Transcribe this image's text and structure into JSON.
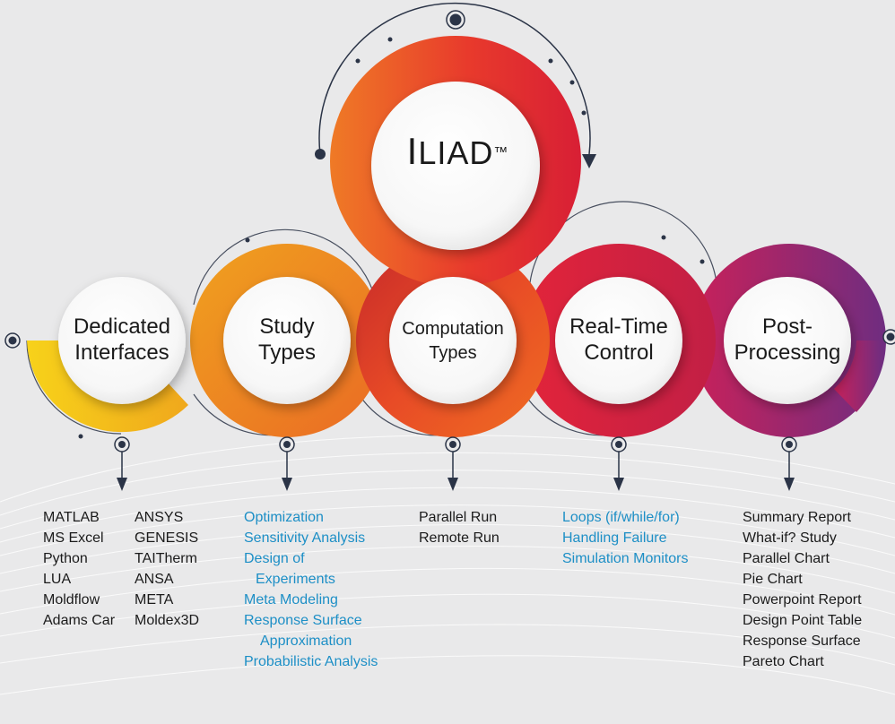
{
  "title": {
    "first_letter": "I",
    "rest": "LIAD",
    "mark": "™"
  },
  "nodes": [
    {
      "id": "dedicated-interfaces",
      "lines": [
        "Dedicated",
        "Interfaces"
      ]
    },
    {
      "id": "study-types",
      "lines": [
        "Study",
        "Types"
      ]
    },
    {
      "id": "computation-types",
      "lines": [
        "Computation",
        "Types"
      ]
    },
    {
      "id": "real-time-control",
      "lines": [
        "Real-Time",
        "Control"
      ]
    },
    {
      "id": "post-processing",
      "lines": [
        "Post-",
        "Processing"
      ]
    }
  ],
  "lists": {
    "dedicated_interfaces_a": [
      "MATLAB",
      "MS Excel",
      "Python",
      "LUA",
      "Moldflow",
      "Adams Car"
    ],
    "dedicated_interfaces_b": [
      "ANSYS",
      "GENESIS",
      "TAITherm",
      "ANSA",
      "META",
      "Moldex3D"
    ],
    "study_types": [
      "Optimization",
      "Sensitivity Analysis",
      "Design of",
      "Experiments",
      "Meta Modeling",
      "Response Surface",
      "Approximation",
      "Probabilistic Analysis"
    ],
    "computation_types": [
      "Parallel Run",
      "Remote Run"
    ],
    "real_time_control": [
      "Loops (if/while/for)",
      "Handling Failure",
      "Simulation Monitors"
    ],
    "post_processing": [
      "Summary Report",
      "What-if?  Study",
      "Parallel Chart",
      "Pie Chart",
      "Powerpoint Report",
      "Design Point Table",
      "Response Surface",
      "Pareto Chart"
    ]
  },
  "colors": {
    "background": "#e9e9ea",
    "blue_text": "#1d8fc6",
    "dark_line": "#2b3447",
    "yellow": "#f2c318",
    "orange": "#ef8a1f",
    "red_orange": "#e8452b",
    "red": "#d8223b",
    "crimson": "#c2234e",
    "purple": "#7a2a7d"
  }
}
